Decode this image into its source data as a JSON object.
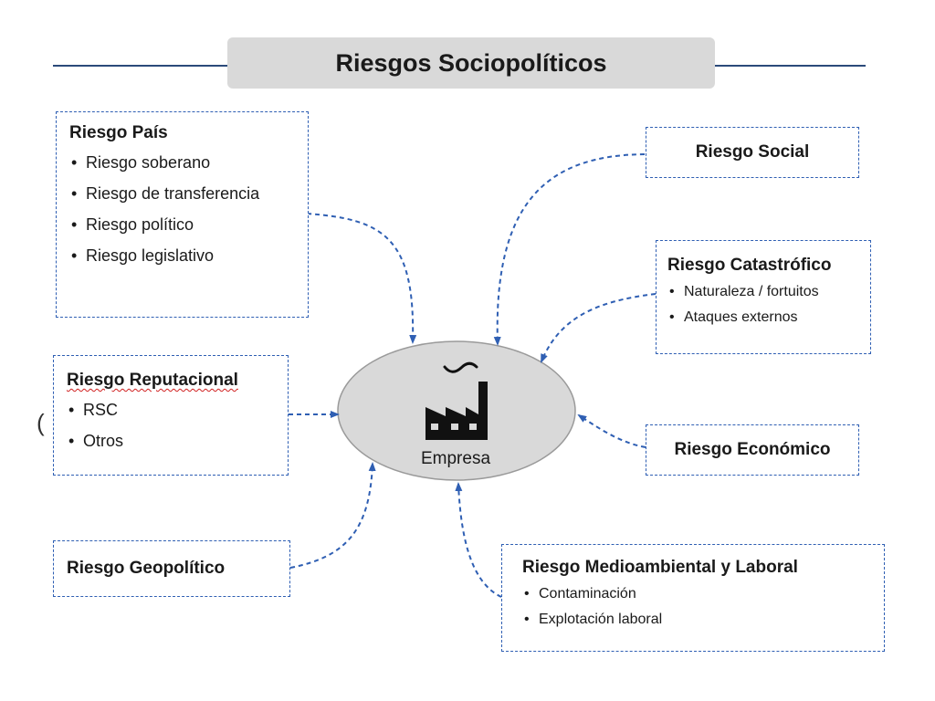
{
  "title": "Riesgos Sociopolíticos",
  "center": {
    "label": "Empresa",
    "icon": "factory-icon"
  },
  "boxes": {
    "pais": {
      "title": "Riesgo País",
      "items": [
        "Riesgo soberano",
        "Riesgo de transferencia",
        "Riesgo político",
        "Riesgo legislativo"
      ]
    },
    "reputacional": {
      "title": "Riesgo Reputacional",
      "items": [
        "RSC",
        "Otros"
      ]
    },
    "geopolitico": {
      "title": "Riesgo Geopolítico"
    },
    "social": {
      "title": "Riesgo Social"
    },
    "catastrofico": {
      "title": "Riesgo Catastrófico",
      "items": [
        "Naturaleza / fortuitos",
        "Ataques externos"
      ]
    },
    "economico": {
      "title": "Riesgo Económico"
    },
    "medioambiental": {
      "title": "Riesgo Medioambiental y Laboral",
      "items": [
        "Contaminación",
        "Explotación laboral"
      ]
    }
  },
  "colors": {
    "box_border": "#2f5fb3",
    "arrow": "#2f5fb3",
    "rule": "#2b4a7a",
    "title_bg": "#d9d9d9",
    "ellipse_fill": "#d9d9d9",
    "ellipse_stroke": "#9a9a9a"
  }
}
